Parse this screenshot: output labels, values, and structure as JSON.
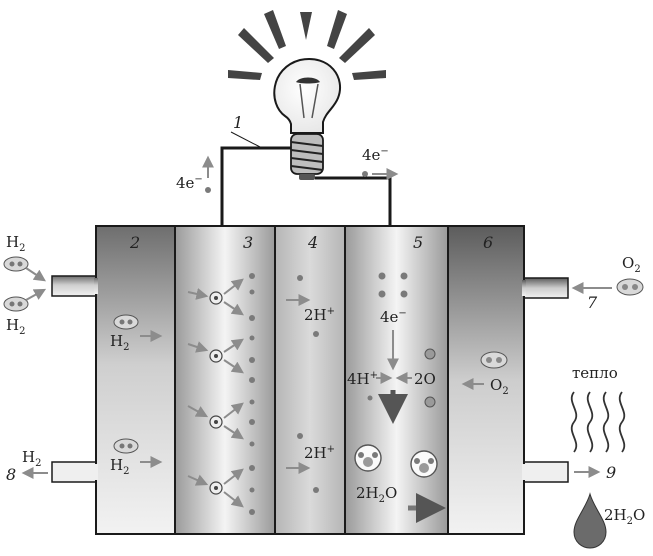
{
  "labels": {
    "wire": "1",
    "anode_chamber": "2",
    "anode": "3",
    "electrolyte": "4",
    "cathode": "5",
    "cathode_chamber": "6",
    "oxygen_inlet": "7",
    "hydrogen_outlet": "8",
    "heat_outlet": "9"
  },
  "chem": {
    "h2": "H",
    "h2_sub": "2",
    "o2": "O",
    "o2_sub": "2",
    "electrons": "4e",
    "electrons_sup": "−",
    "protons": "2H",
    "protons_sup": "+",
    "four_protons": "4H",
    "four_protons_sup": "+",
    "two_oxygen": "2O",
    "water": "2H",
    "water_sub": "2",
    "water_tail": "O",
    "heat": "тепло"
  },
  "colors": {
    "outline": "#1a1a1a",
    "arrow": "#8c8c8c",
    "dot": "#7a7a7a",
    "chamber_dark": "#6e6e6e",
    "chamber_light": "#e6e6e6",
    "electrolyte": "#c8c8c8"
  }
}
